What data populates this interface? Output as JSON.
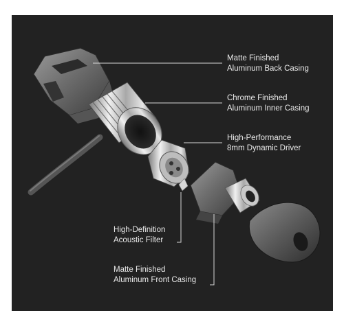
{
  "colors": {
    "background": "#222222",
    "label_text": "#e9e9e9",
    "leader_line": "#d8d8d8"
  },
  "callouts": [
    {
      "id": "back-casing",
      "line1": "Matte Finished",
      "line2": "Aluminum Back Casing"
    },
    {
      "id": "inner-casing",
      "line1": "Chrome Finished",
      "line2": "Aluminum Inner Casing"
    },
    {
      "id": "driver",
      "line1": "High-Performance",
      "line2": "8mm Dynamic Driver"
    },
    {
      "id": "filter",
      "line1": "High-Definition",
      "line2": "Acoustic Filter"
    },
    {
      "id": "front-casing",
      "line1": "Matte Finished",
      "line2": "Aluminum Front Casing"
    }
  ]
}
